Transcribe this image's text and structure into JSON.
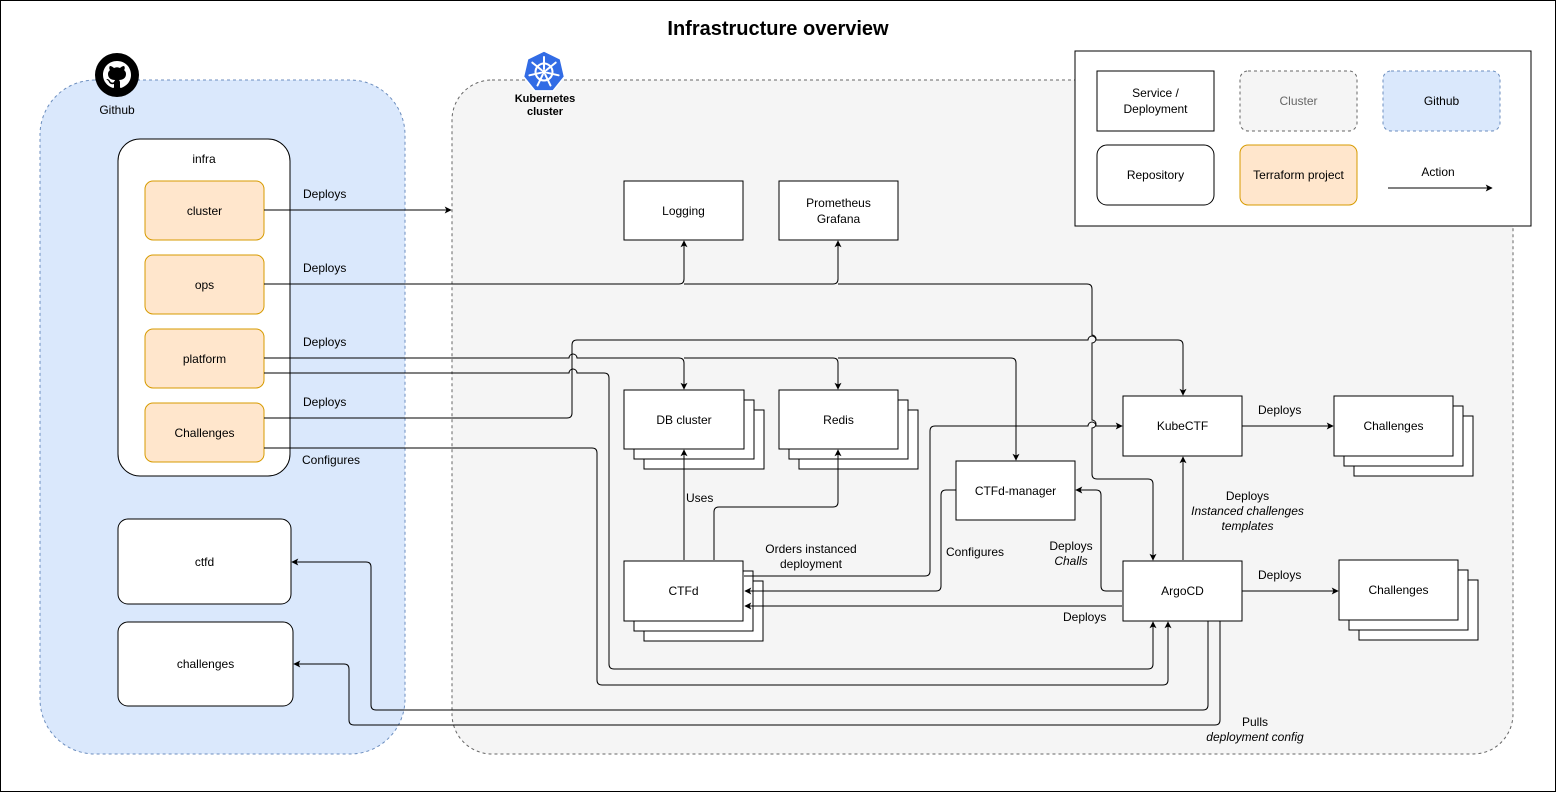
{
  "title": "Infrastructure overview",
  "colors": {
    "github_fill": "#dae8fc",
    "github_stroke": "#6c8ebf",
    "cluster_fill": "#f5f5f5",
    "cluster_stroke": "#666666",
    "terraform_fill": "#ffe6cc",
    "terraform_stroke": "#d79b00",
    "line": "#000000"
  },
  "icons": {
    "github": "github-icon",
    "kubernetes": "kubernetes-icon"
  },
  "github": {
    "label": "Github"
  },
  "kubernetes": {
    "label_line1": "Kubernetes",
    "label_line2": "cluster"
  },
  "infra": {
    "label": "infra",
    "projects": [
      "cluster",
      "ops",
      "platform",
      "Challenges"
    ]
  },
  "repos": {
    "ctfd": "ctfd",
    "challenges": "challenges"
  },
  "nodes": {
    "logging": "Logging",
    "prometheus_line1": "Prometheus",
    "prometheus_line2": "Grafana",
    "db_cluster": "DB cluster",
    "redis": "Redis",
    "kubectf": "KubeCTF",
    "ctfd_manager": "CTFd-manager",
    "ctfd": "CTFd",
    "argocd": "ArgoCD",
    "challenges_top": "Challenges",
    "challenges_bottom": "Challenges"
  },
  "edge_labels": {
    "cluster_deploys": "Deploys",
    "ops_deploys": "Deploys",
    "platform_deploys": "Deploys",
    "challenges_deploys": "Deploys",
    "configures_left": "Configures",
    "uses": "Uses",
    "orders_line1": "Orders instanced",
    "orders_line2": "deployment",
    "configures_mid": "Configures",
    "deploys_challs_line1": "Deploys",
    "deploys_challs_line2": "Challs",
    "deploys_ctfd": "Deploys",
    "kubectf_deploys": "Deploys",
    "instanced_line1": "Deploys",
    "instanced_line2": "Instanced challenges",
    "instanced_line3": "templates",
    "argocd_deploys": "Deploys",
    "pulls_line1": "Pulls",
    "pulls_line2": "deployment config"
  },
  "legend": {
    "service": "Service / Deployment",
    "cluster": "Cluster",
    "github": "Github",
    "repository": "Repository",
    "terraform": "Terraform project",
    "action": "Action"
  }
}
